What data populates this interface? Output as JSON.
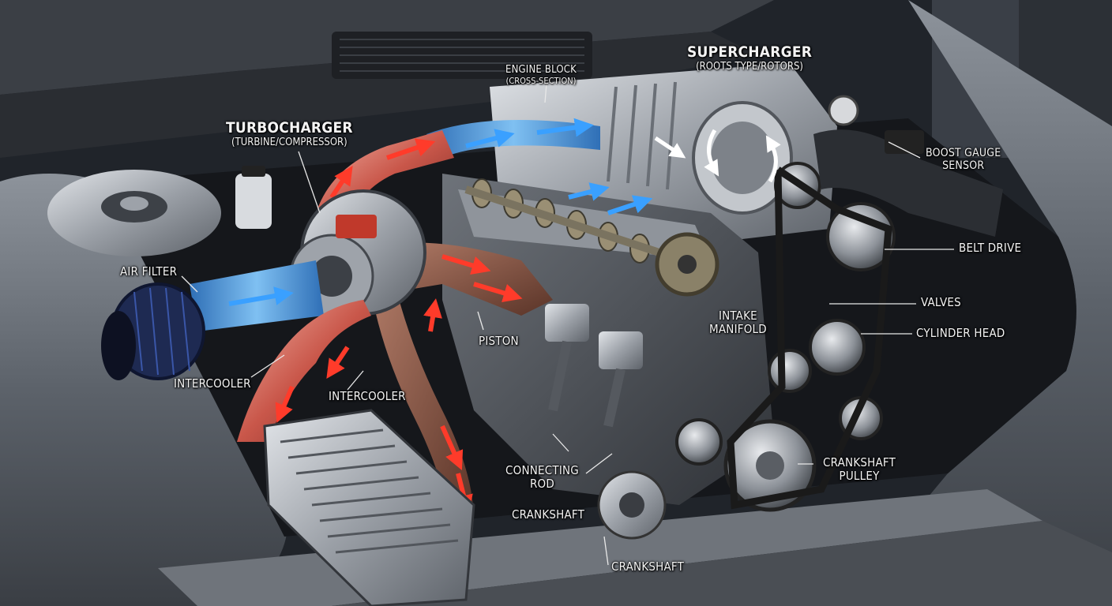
{
  "labels": {
    "supercharger": {
      "title": "SUPERCHARGER",
      "subtitle": "(ROOTS TYPE/ROTORS)"
    },
    "engine_block": {
      "title": "ENGINE BLOCK",
      "subtitle": "(CROSS-SECTION)"
    },
    "turbocharger": {
      "title": "TURBOCHARGER",
      "subtitle": "(TURBINE/COMPRESSOR)"
    },
    "boost_gauge": {
      "line1": "BOOST GAUGE",
      "line2": "SENSOR"
    },
    "air_filter": "AIR FILTER",
    "belt_drive": "BELT DRIVE",
    "valves": "VALVES",
    "intake_manifold": {
      "line1": "INTAKE",
      "line2": "MANIFOLD"
    },
    "cylinder_head": "CYLINDER HEAD",
    "piston": "PISTON",
    "intercooler_left": "INTERCOOLER",
    "intercooler_center": "INTERCOOLER",
    "connecting_rod": {
      "line1": "CONNECTING",
      "line2": "ROD"
    },
    "crankshaft_pulley": {
      "line1": "CRANKSHAFT",
      "line2": "PULLEY"
    },
    "crankshaft_center": "CRANKSHAFT",
    "crankshaft_bottom": "CRANKSHAFT"
  },
  "colors": {
    "intake_air": "#3a8fd8",
    "exhaust_gas": "#e03a2c",
    "metal": "#b8bcc2",
    "background": "#1a1d22"
  }
}
